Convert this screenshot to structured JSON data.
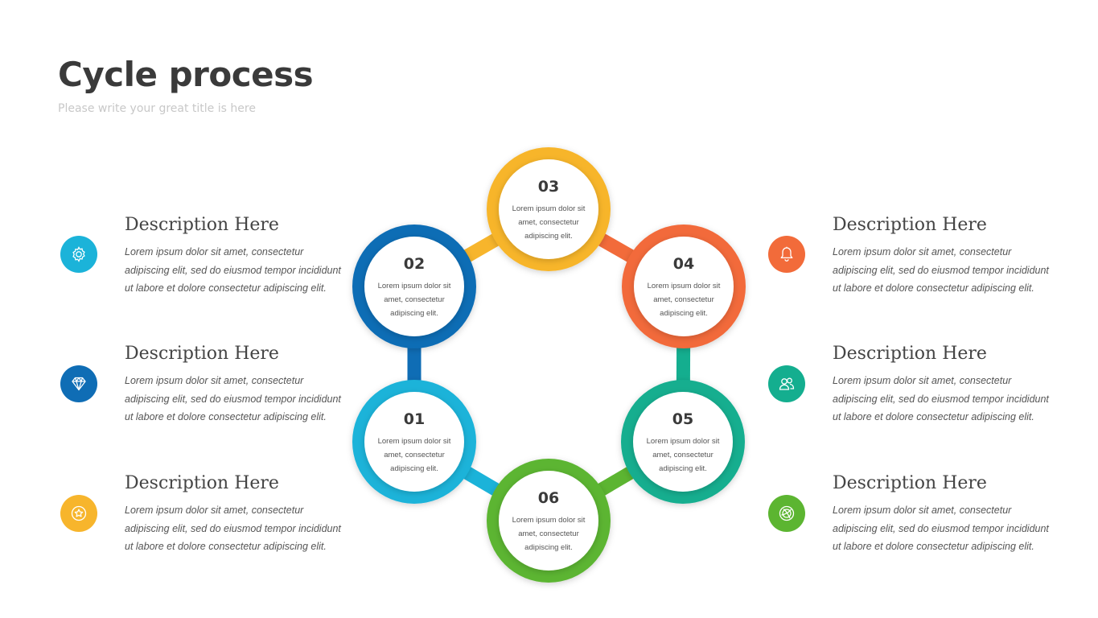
{
  "header": {
    "title": "Cycle process",
    "subtitle": "Please write your great title is here"
  },
  "colors": {
    "light_blue": "#1bb3d9",
    "dark_blue": "#0f6db5",
    "yellow": "#f7b52c",
    "orange": "#f26b3a",
    "teal": "#14ae8f",
    "green": "#5cb531"
  },
  "cycle": [
    {
      "number": "01",
      "color": "#1bb3d9",
      "text": [
        "Lorem ipsum dolor sit",
        "amet, consectetur",
        "adipiscing elit."
      ]
    },
    {
      "number": "02",
      "color": "#0f6db5",
      "text": [
        "Lorem ipsum dolor sit",
        "amet, consectetur",
        "adipiscing elit."
      ]
    },
    {
      "number": "03",
      "color": "#f7b52c",
      "text": [
        "Lorem ipsum dolor sit",
        "amet, consectetur",
        "adipiscing elit."
      ]
    },
    {
      "number": "04",
      "color": "#f26b3a",
      "text": [
        "Lorem ipsum dolor sit",
        "amet, consectetur",
        "adipiscing elit."
      ]
    },
    {
      "number": "05",
      "color": "#14ae8f",
      "text": [
        "Lorem ipsum dolor sit",
        "amet, consectetur",
        "adipiscing elit."
      ]
    },
    {
      "number": "06",
      "color": "#5cb531",
      "text": [
        "Lorem ipsum dolor sit",
        "amet, consectetur",
        "adipiscing elit."
      ]
    }
  ],
  "left_items": [
    {
      "title": "Description Here",
      "text": "Lorem ipsum dolor sit amet, consectetur  adipiscing elit, sed do eiusmod tempor incididunt ut labore et dolore consectetur  adipiscing elit.",
      "icon": "gear-icon",
      "color": "#1bb3d9"
    },
    {
      "title": "Description Here",
      "text": "Lorem ipsum dolor sit amet, consectetur  adipiscing elit, sed do eiusmod tempor incididunt ut labore et dolore consectetur  adipiscing elit.",
      "icon": "diamond-icon",
      "color": "#0f6db5"
    },
    {
      "title": "Description Here",
      "text": "Lorem ipsum dolor sit amet, consectetur  adipiscing elit, sed do eiusmod tempor incididunt ut labore et dolore consectetur  adipiscing elit.",
      "icon": "star-badge-icon",
      "color": "#f7b52c"
    }
  ],
  "right_items": [
    {
      "title": "Description Here",
      "text": "Lorem ipsum dolor sit amet, consectetur  adipiscing elit, sed do eiusmod tempor incididunt ut labore et dolore consectetur  adipiscing elit.",
      "icon": "bell-icon",
      "color": "#f26b3a"
    },
    {
      "title": "Description Here",
      "text": "Lorem ipsum dolor sit amet, consectetur  adipiscing elit, sed do eiusmod tempor incididunt ut labore et dolore consectetur  adipiscing elit.",
      "icon": "users-icon",
      "color": "#14ae8f"
    },
    {
      "title": "Description Here",
      "text": "Lorem ipsum dolor sit amet, consectetur  adipiscing elit, sed do eiusmod tempor incididunt ut labore et dolore consectetur  adipiscing elit.",
      "icon": "dribbble-icon",
      "color": "#5cb531"
    }
  ]
}
